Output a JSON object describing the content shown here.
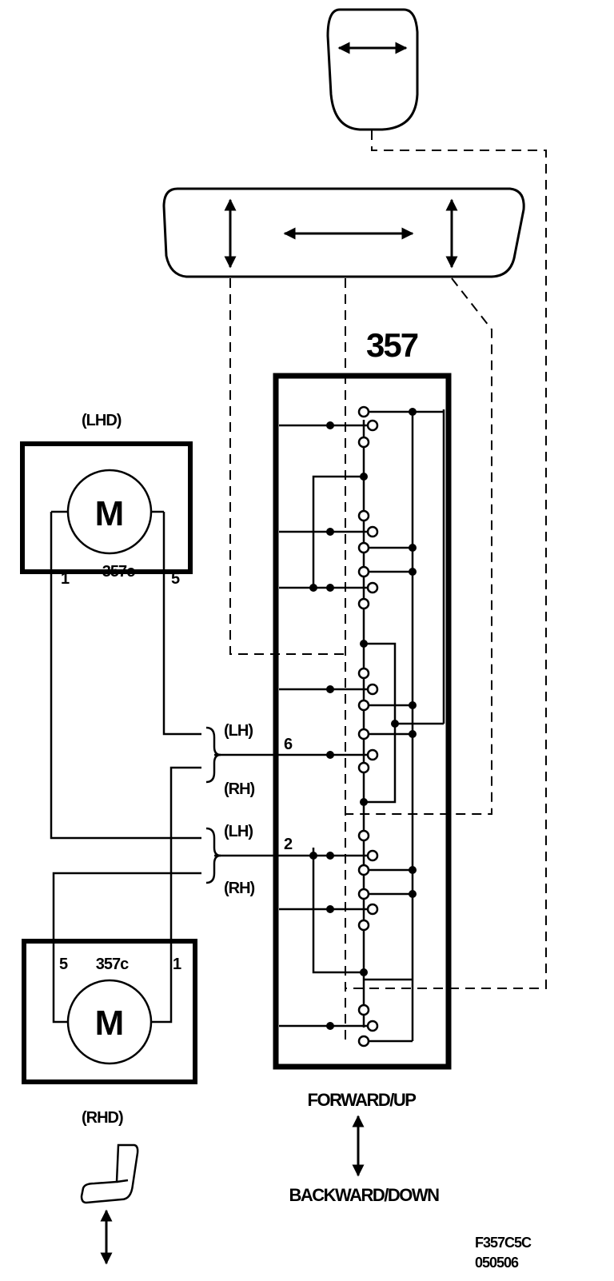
{
  "switch": {
    "number": "357"
  },
  "motor_lhd": {
    "variant": "(LHD)",
    "letter": "M",
    "code": "357c",
    "pin_left": "1",
    "pin_right": "5"
  },
  "motor_rhd": {
    "variant": "(RHD)",
    "letter": "M",
    "code": "357c",
    "pin_left": "5",
    "pin_right": "1"
  },
  "terminals": {
    "pin6": "6",
    "pin2": "2",
    "lh_upper": "(LH)",
    "rh_upper": "(RH)",
    "lh_lower": "(LH)",
    "rh_lower": "(RH)"
  },
  "direction": {
    "forward": "FORWARD/UP",
    "backward": "BACKWARD/DOWN"
  },
  "reference": {
    "code": "F357C5C",
    "date": "050506"
  }
}
